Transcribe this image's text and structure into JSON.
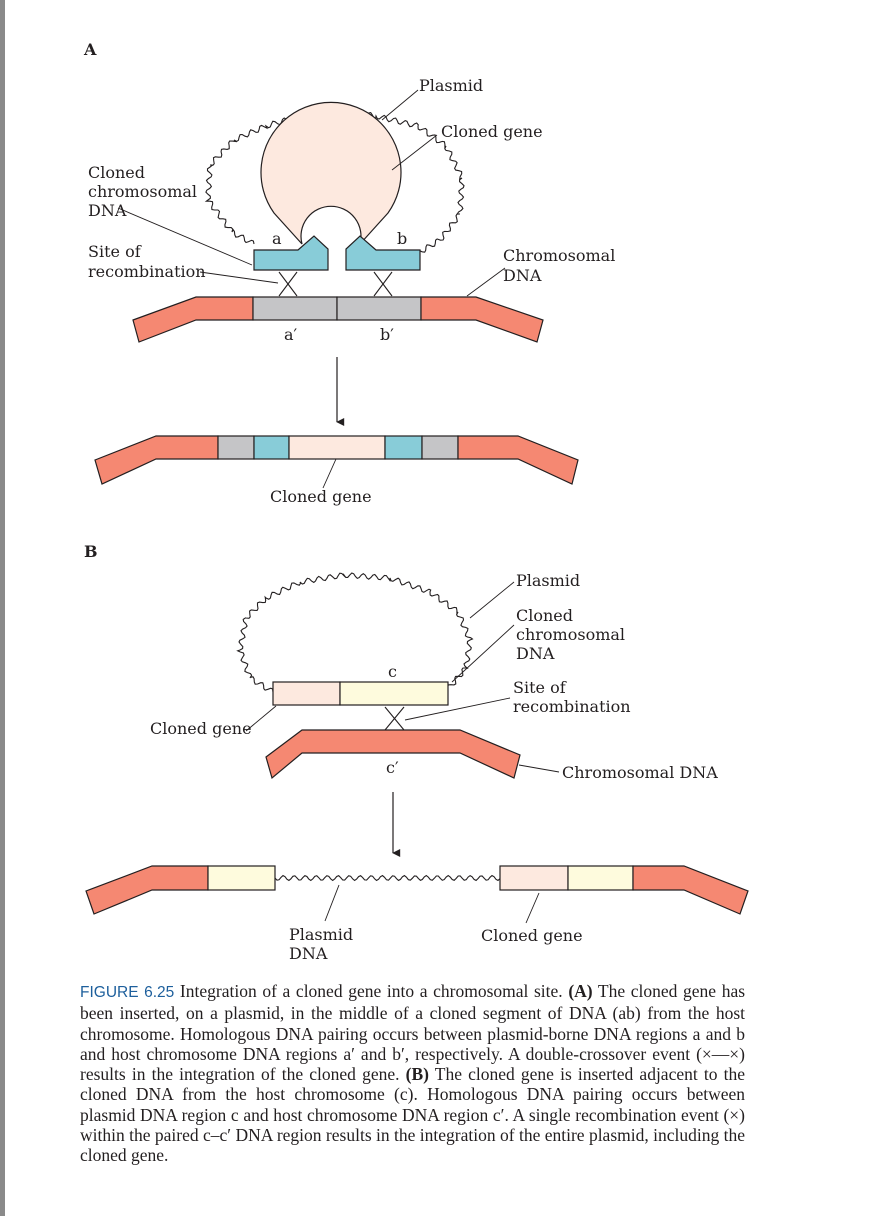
{
  "panels": {
    "a": "A",
    "b": "B"
  },
  "panel_a": {
    "plasmid": "Plasmid",
    "cloned_gene": "Cloned gene",
    "cloned_chromosomal_dna": [
      "Cloned",
      "chromosomal",
      "DNA"
    ],
    "site_of_recombination": [
      "Site of",
      "recombination"
    ],
    "chromosomal_dna": [
      "Chromosomal",
      "DNA"
    ],
    "region_a": "a",
    "region_b": "b",
    "region_a_prime": "a′",
    "region_b_prime": "b′",
    "result_cloned_gene": "Cloned gene"
  },
  "panel_b": {
    "plasmid": "Plasmid",
    "cloned_chromosomal_dna": [
      "Cloned",
      "chromosomal",
      "DNA"
    ],
    "site_of_recombination": [
      "Site of",
      "recombination"
    ],
    "cloned_gene": "Cloned gene",
    "chromosomal_dna": "Chromosomal DNA",
    "region_c": "c",
    "region_c_prime": "c′",
    "plasmid_dna": [
      "Plasmid",
      "DNA"
    ],
    "result_cloned_gene": "Cloned gene"
  },
  "caption": {
    "figure_label": "FIGURE 6.25",
    "title": " Integration of a cloned gene into a chromosomal site. ",
    "a_label": "(A)",
    "a_text": " The cloned gene has been inserted, on a plasmid, in the middle of a cloned segment of DNA (ab) from the host chromosome. Homologous DNA pairing occurs between plasmid-borne DNA regions a and b and host chromosome DNA regions a′ and b′, respectively. A double-crossover event (×—×) results in the integration of the cloned gene. ",
    "b_label": "(B)",
    "b_text": " The cloned gene is inserted adjacent to the cloned DNA from the host chromosome (c). Homologous DNA pairing occurs between plasmid DNA region c and host chromosome DNA region c′. A single recombination event (×) within the paired c–c′ DNA region results in the integration of the entire plasmid, including the cloned gene."
  },
  "colors": {
    "chromosome": "#f58872",
    "homologous_segment": "#c5c5c7",
    "plasmid_homologous_region": "#88ccd8",
    "cloned_gene": "#fde9df",
    "region_c": "#fefbdd",
    "wavy_plasmid_line": "#231f20"
  }
}
